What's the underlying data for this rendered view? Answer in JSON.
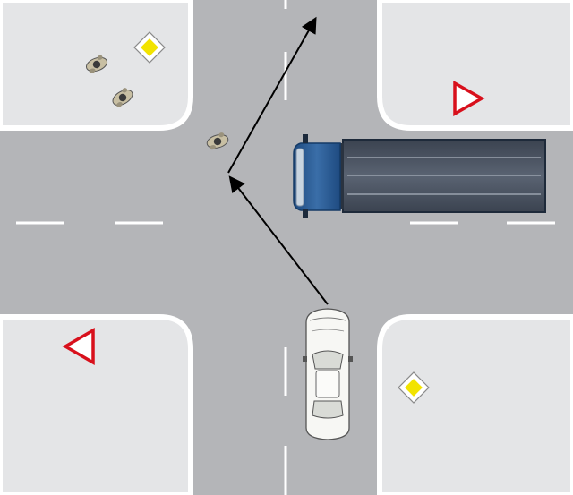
{
  "scene": {
    "type": "road-intersection",
    "colors": {
      "road": "#b4b5b8",
      "sidewalk": "#e4e5e7",
      "curb": "#ffffff",
      "lane_marking": "#ffffff",
      "truck_cab": "#2a5a92",
      "truck_trailer": "#4c5563",
      "car_body": "#f7f7f4",
      "arrow": "#000000",
      "yield_sign": "#d8101c",
      "priority_sign_fill": "#f2e300"
    }
  },
  "signs": [
    {
      "kind": "priority-road",
      "icon": "priority-road-sign-icon",
      "corner": "top-left"
    },
    {
      "kind": "yield",
      "icon": "yield-sign-icon",
      "corner": "top-right",
      "pointing": "right"
    },
    {
      "kind": "yield",
      "icon": "yield-sign-icon",
      "corner": "bottom-left",
      "pointing": "left"
    },
    {
      "kind": "priority-road",
      "icon": "priority-road-sign-icon",
      "corner": "bottom-right"
    }
  ],
  "vehicles": [
    {
      "kind": "truck",
      "icon": "truck-icon",
      "heading": "west",
      "position": "east-approach"
    },
    {
      "kind": "car",
      "icon": "car-icon",
      "heading": "north",
      "position": "south-approach"
    }
  ],
  "pedestrians": [
    {
      "icon": "pedestrian-icon",
      "position": "top-left-corner"
    },
    {
      "icon": "pedestrian-icon",
      "position": "top-left-corner"
    },
    {
      "icon": "pedestrian-icon",
      "position": "crosswalk-north-west"
    }
  ],
  "maneuver": {
    "type": "arrow-path",
    "description_visible": false
  }
}
